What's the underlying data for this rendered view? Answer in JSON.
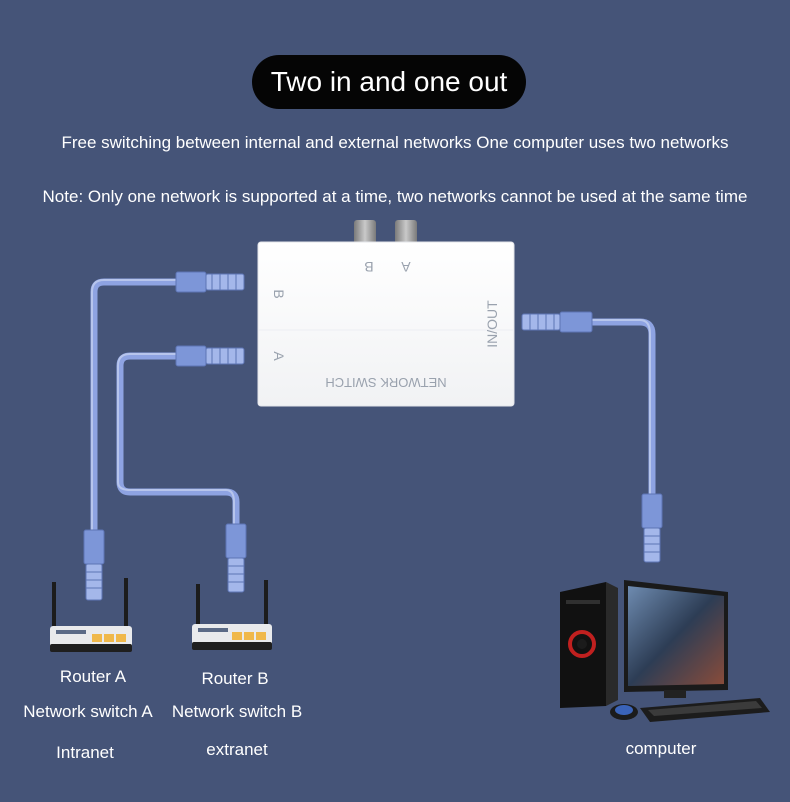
{
  "title": "Two in and one out",
  "subtitle": "Free switching between internal and external networks One computer uses two networks",
  "note": "Note: Only one network is supported at a time, two networks cannot be used at the same time",
  "device": {
    "name": "NETWORK SWITCH",
    "port_in_out": "IN/OUT",
    "port_a": "A",
    "port_b": "B",
    "knob_a": "A",
    "knob_b": "B"
  },
  "router_a": {
    "name": "Router A",
    "type": "Network switch A",
    "network": "Intranet"
  },
  "router_b": {
    "name": "Router B",
    "type": "Network switch B",
    "network": "extranet"
  },
  "computer": {
    "label": "computer"
  },
  "colors": {
    "background": "#455478",
    "cable": "#8ea3e2",
    "plug": "#7d96d8"
  }
}
